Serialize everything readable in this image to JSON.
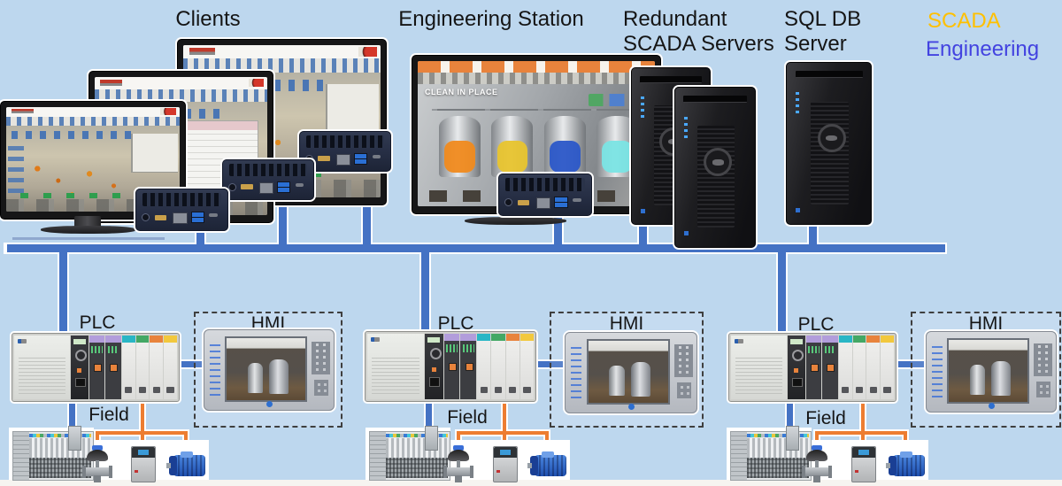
{
  "labels": {
    "clients": "Clients",
    "engineering_station": "Engineering Station",
    "redundant_line1": "Redundant",
    "redundant_line2": "SCADA Servers",
    "sql_line1": "SQL DB",
    "sql_line2": "Server"
  },
  "legend": {
    "scada": "SCADA",
    "engineering": "Engineering",
    "scada_color": "#FFC000",
    "engineering_color": "#4343E0"
  },
  "groups": [
    {
      "plc": "PLC",
      "hmi": "HMI",
      "field": "Field"
    },
    {
      "plc": "PLC",
      "hmi": "HMI",
      "field": "Field"
    },
    {
      "plc": "PLC",
      "hmi": "HMI",
      "field": "Field"
    }
  ],
  "eng_screen": {
    "title": "CLEAN IN PLACE"
  },
  "colors": {
    "background": "#BDD7EE",
    "network_line": "#4472C4",
    "field_line": "#ED7D31",
    "line_casing": "#FFFFFF"
  }
}
